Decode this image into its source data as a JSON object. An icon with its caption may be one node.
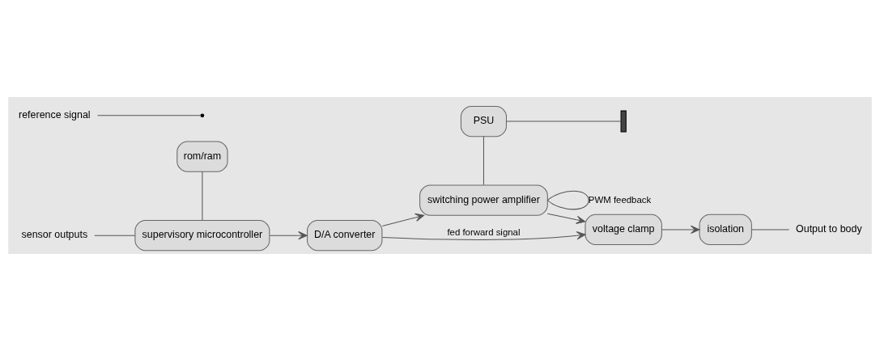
{
  "diagram": {
    "nodes": [
      {
        "text": [
          "rom/ram"
        ]
      },
      {
        "text": [
          "supervisory microcontroller"
        ]
      },
      {
        "text": [
          "D/A converter"
        ]
      },
      {
        "text": [
          "PSU"
        ]
      },
      {
        "text": [
          "switching power amplifier"
        ]
      },
      {
        "text": [
          "voltage clamp"
        ]
      },
      {
        "text": [
          "isolation"
        ]
      },
      {
        "text": [],
        "shape": "battery"
      },
      {
        "text": [
          "sensor outputs"
        ]
      },
      {
        "text": [
          "Output to body"
        ]
      },
      {
        "text": [
          "reference signal"
        ]
      }
    ],
    "edges": [
      {
        "from": 8,
        "to": 1,
        "arrow": "none"
      },
      {
        "from": 0,
        "to": 1,
        "arrow": "none"
      },
      {
        "from": 1,
        "to": 2,
        "arrow": "to"
      },
      {
        "from": 2,
        "to": 4,
        "arrow": "to"
      },
      {
        "from": 3,
        "to": 4,
        "arrow": "none"
      },
      {
        "from": 3,
        "to": 7,
        "arrow": "none"
      },
      {
        "from": 4,
        "to": 5,
        "arrow": "to"
      },
      {
        "from": 5,
        "to": 6,
        "arrow": "to"
      },
      {
        "from": 6,
        "to": 9,
        "arrow": "none"
      },
      {
        "from": 4,
        "to": 4,
        "arrow": "none",
        "label": "PWM feedback"
      },
      {
        "from": 2,
        "to": 5,
        "arrow": "to",
        "label": "fed forward signal"
      },
      {
        "from": 10,
        "to": null,
        "arrow": "none"
      }
    ]
  }
}
